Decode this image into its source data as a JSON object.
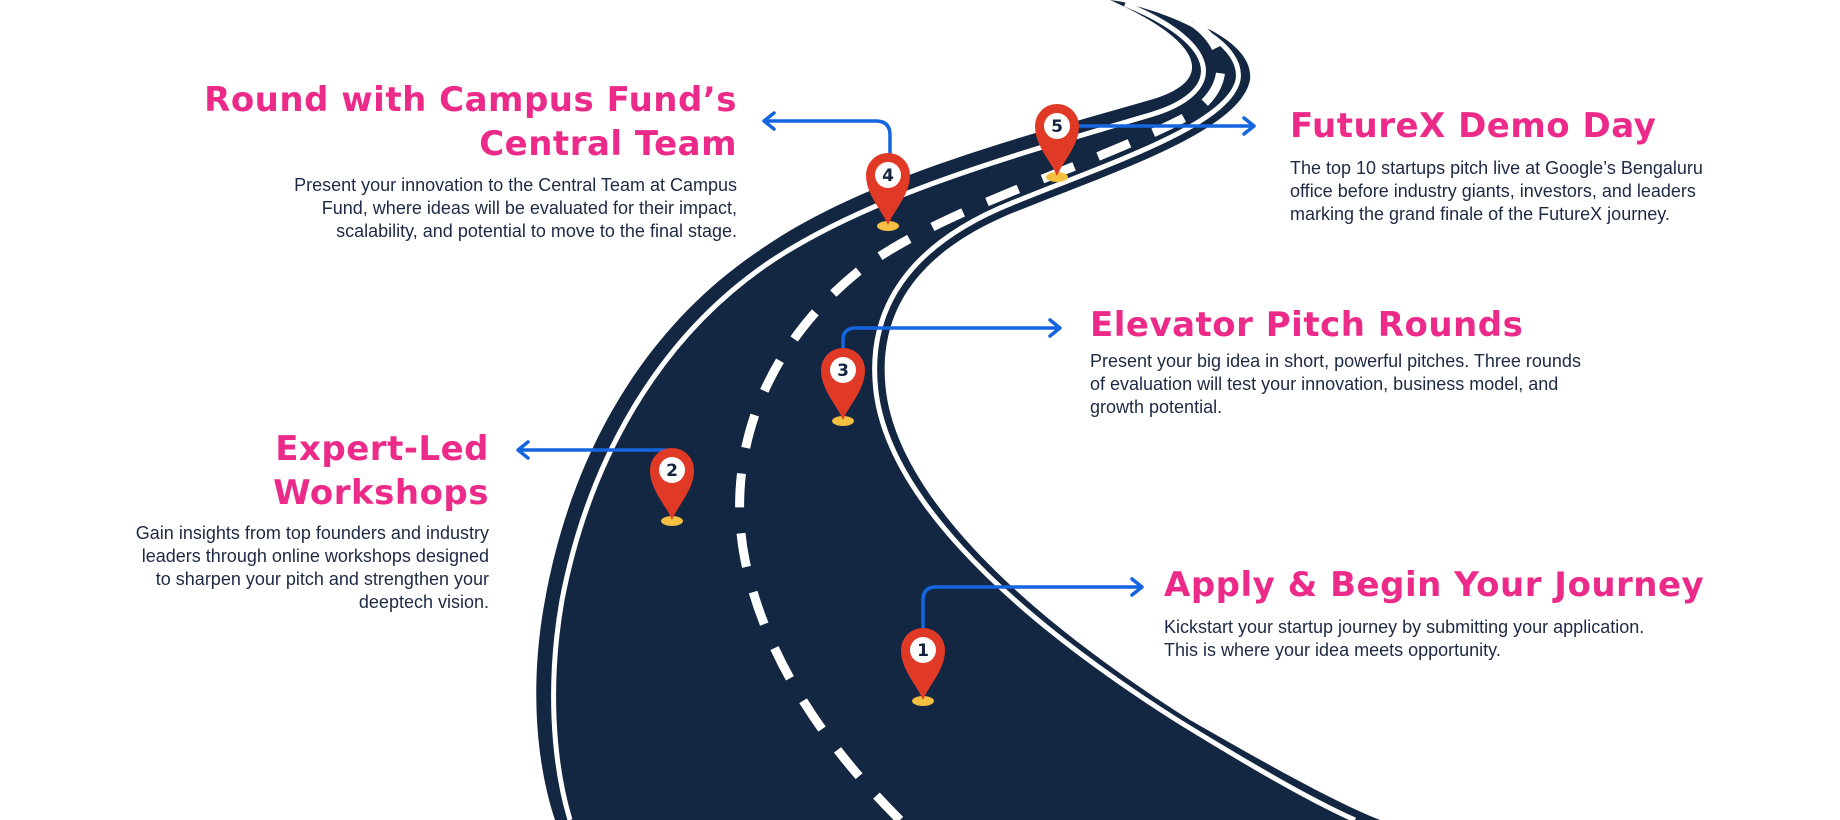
{
  "colors": {
    "road": "#132742",
    "road_line": "#ffffff",
    "title": "#ec2a8a",
    "text": "#1d2a44",
    "arrow": "#1565e0",
    "pin": "#e03a26",
    "pin_base": "#f5c042"
  },
  "steps": [
    {
      "number": "1",
      "title": "Apply & Begin Your Journey",
      "description_lines": [
        "Kickstart your startup journey by submitting your application.",
        "This is where your idea meets opportunity."
      ]
    },
    {
      "number": "2",
      "title_lines": [
        "Expert-Led",
        "Workshops"
      ],
      "description_lines": [
        "Gain insights from top founders and industry",
        "leaders through online workshops designed",
        "to sharpen your pitch and strengthen your",
        "deeptech vision."
      ]
    },
    {
      "number": "3",
      "title": "Elevator Pitch Rounds",
      "description_lines": [
        "Present your big idea in short, powerful pitches. Three rounds",
        "of evaluation will test your innovation, business model, and",
        "growth potential."
      ]
    },
    {
      "number": "4",
      "title_lines": [
        "Round with Campus Fund’s",
        "Central Team"
      ],
      "description_lines": [
        "Present your innovation to the Central Team at Campus",
        "Fund, where ideas will be evaluated for their impact,",
        "scalability, and potential to move to the final stage."
      ]
    },
    {
      "number": "5",
      "title": "FutureX Demo Day",
      "description_lines": [
        "The top 10 startups pitch live at Google’s Bengaluru",
        "office before industry giants, investors, and leaders",
        "marking the grand finale of the FutureX journey."
      ]
    }
  ]
}
